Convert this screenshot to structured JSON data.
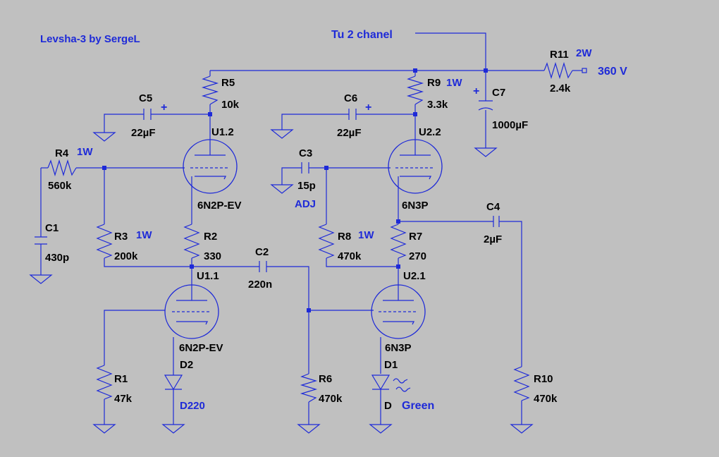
{
  "title": "Levsha-3 by SergeL",
  "supply": {
    "label": "360 V",
    "tap_note": "Tu 2 chanel"
  },
  "resistors": [
    {
      "ref": "R1",
      "value": "47k",
      "note": ""
    },
    {
      "ref": "R2",
      "value": "330",
      "note": ""
    },
    {
      "ref": "R3",
      "value": "200k",
      "note": "1W"
    },
    {
      "ref": "R4",
      "value": "560k",
      "note": "1W"
    },
    {
      "ref": "R5",
      "value": "10k",
      "note": ""
    },
    {
      "ref": "R6",
      "value": "470k",
      "note": ""
    },
    {
      "ref": "R7",
      "value": "270",
      "note": ""
    },
    {
      "ref": "R8",
      "value": "470k",
      "note": "1W"
    },
    {
      "ref": "R9",
      "value": "3.3k",
      "note": "1W"
    },
    {
      "ref": "R10",
      "value": "470k",
      "note": ""
    },
    {
      "ref": "R11",
      "value": "2.4k",
      "note": "2W"
    }
  ],
  "capacitors": [
    {
      "ref": "C1",
      "value": "430p",
      "note": ""
    },
    {
      "ref": "C2",
      "value": "220n",
      "note": ""
    },
    {
      "ref": "C3",
      "value": "15p",
      "note": "ADJ"
    },
    {
      "ref": "C4",
      "value": "2µF",
      "note": ""
    },
    {
      "ref": "C5",
      "value": "22µF",
      "note": ""
    },
    {
      "ref": "C6",
      "value": "22µF",
      "note": ""
    },
    {
      "ref": "C7",
      "value": "1000µF",
      "note": ""
    }
  ],
  "tubes": [
    {
      "ref": "U1.1",
      "model": "6N2P-EV"
    },
    {
      "ref": "U1.2",
      "model": "6N2P-EV"
    },
    {
      "ref": "U2.1",
      "model": "6N3P"
    },
    {
      "ref": "U2.2",
      "model": "6N3P"
    }
  ],
  "diodes": [
    {
      "ref": "D1",
      "value": "D",
      "note": "Green"
    },
    {
      "ref": "D2",
      "value": "D220",
      "note": ""
    }
  ],
  "colors": {
    "background": "#c0c0c0",
    "wire": "#1e2ad8",
    "label": "#000000",
    "note": "#1e2ad8"
  }
}
